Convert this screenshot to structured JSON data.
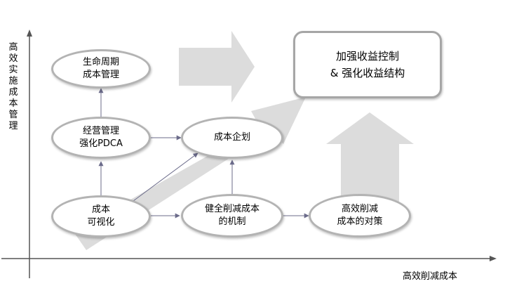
{
  "axes": {
    "y_label": "高效实施成本管理",
    "x_label": "高效削减成本"
  },
  "nodes": {
    "lifecycle": [
      "生命周期",
      "成本管理"
    ],
    "pdca": [
      "经营管理",
      "强化PDCA"
    ],
    "planning": [
      "成本企划"
    ],
    "visual": [
      "成本",
      "可视化"
    ],
    "mechanism": [
      "健全削减成本",
      "的机制"
    ],
    "measures": [
      "高效削减",
      "成本的对策"
    ]
  },
  "goal": [
    "加强收益控制",
    "& 强化收益结构"
  ],
  "colors": {
    "big_arrow": "#dcdcdc",
    "node_border": "#b3b3b3",
    "connector": "#6b6b8a",
    "axis": "#555555"
  }
}
